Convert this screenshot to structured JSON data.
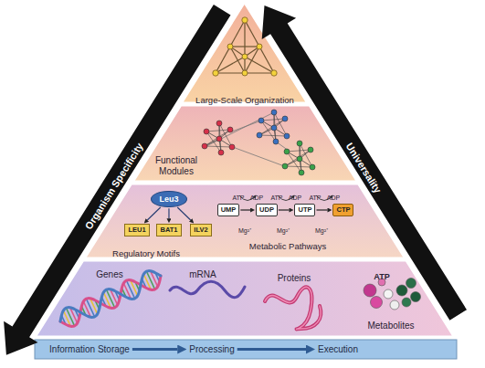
{
  "diagram": {
    "nodes": [
      {
        "text": [
          "Large-Scale Organization"
        ]
      },
      {
        "text": [
          "Functional Modules"
        ]
      },
      {
        "text": [
          "Regulatory Motifs",
          "Metabolic Pathways"
        ]
      },
      {
        "text": [
          "Leu3"
        ],
        "in": 2
      },
      {
        "text": [
          "LEU1"
        ],
        "in": 2
      },
      {
        "text": [
          "BAT1"
        ],
        "in": 2
      },
      {
        "text": [
          "ILV2"
        ],
        "in": 2
      },
      {
        "text": [
          "UMP"
        ],
        "in": 2
      },
      {
        "text": [
          "UDP"
        ],
        "in": 2
      },
      {
        "text": [
          "UTP"
        ],
        "in": 2
      },
      {
        "text": [
          "CTP"
        ],
        "in": 2
      },
      {
        "text": [
          "Genes",
          "mRNA",
          "Proteins",
          "Metabolites"
        ]
      },
      {
        "text": [
          "Information Storage"
        ]
      },
      {
        "text": [
          "Processing"
        ]
      },
      {
        "text": [
          "Execution"
        ]
      }
    ],
    "edges": [
      {
        "from": 3,
        "to": 4,
        "arrow": "to"
      },
      {
        "from": 3,
        "to": 5,
        "arrow": "to"
      },
      {
        "from": 3,
        "to": 6,
        "arrow": "to"
      },
      {
        "from": 7,
        "to": 8,
        "arrow": "to"
      },
      {
        "from": 8,
        "to": 9,
        "arrow": "to"
      },
      {
        "from": 9,
        "to": 10,
        "arrow": "to"
      },
      {
        "from": 12,
        "to": 13,
        "arrow": "to"
      },
      {
        "from": 13,
        "to": 14,
        "arrow": "to"
      }
    ],
    "labels": [
      "Universality",
      "Organism Specificity",
      "ATP",
      "ADP",
      "ATP",
      "ADP",
      "ATP",
      "ADP",
      "Mg²⁺",
      "Mg²⁺",
      "Mg²⁺",
      "ATP"
    ]
  }
}
